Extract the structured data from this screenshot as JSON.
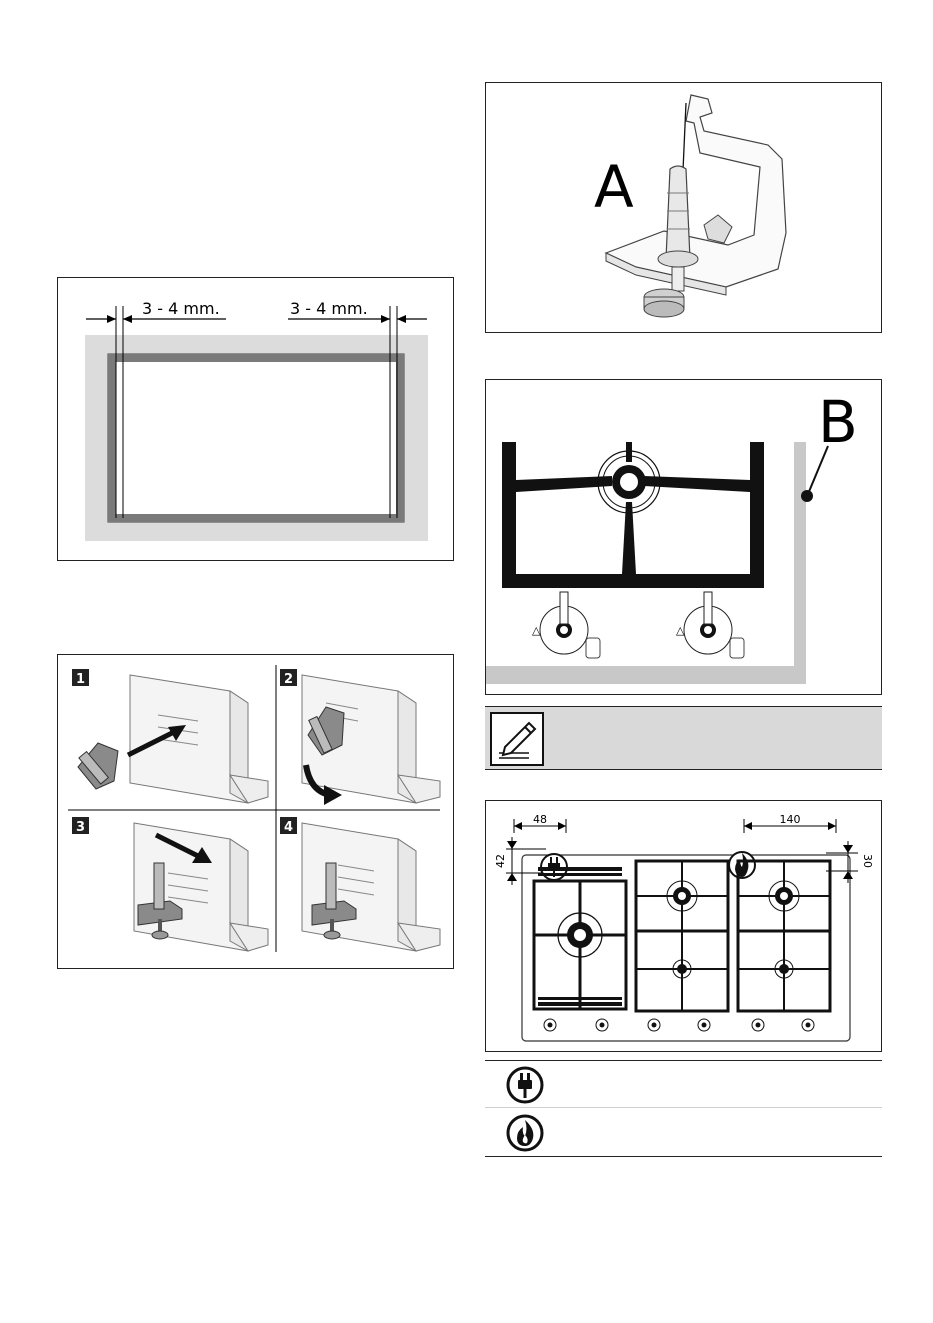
{
  "gap_figure": {
    "left_gap_label": "3 - 4 mm.",
    "right_gap_label": "3 - 4 mm."
  },
  "clip_steps": {
    "steps": [
      "1",
      "2",
      "3",
      "4"
    ]
  },
  "bracket_figure": {
    "callout": "A"
  },
  "hob_edge_figure": {
    "callout": "B"
  },
  "connection_figure": {
    "dim_left": "48",
    "dim_right": "140",
    "dim_left_vertical": "42",
    "dim_right_vertical": "30"
  },
  "icons": {
    "note": "pencil-note-icon",
    "electric": "electric-plug-icon",
    "gas": "gas-flame-icon"
  },
  "colors": {
    "panel_border": "#222222",
    "worktop_grey": "#d9d9d9",
    "frame_grey": "#7a7a7a",
    "note_bar": "#d9d9d9"
  }
}
